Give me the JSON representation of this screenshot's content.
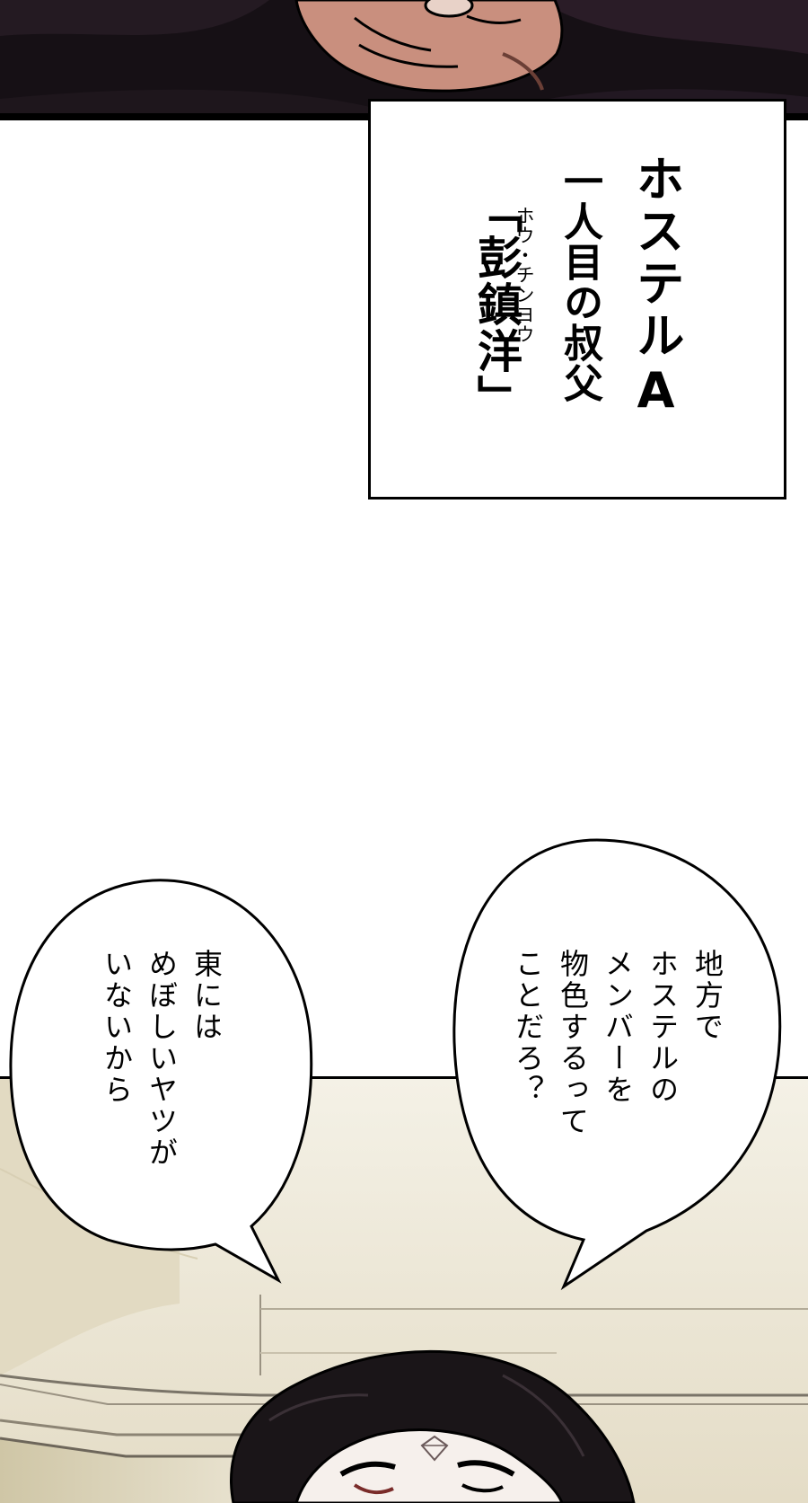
{
  "caption": {
    "title": "ホステルA",
    "subtitle": "一人目の叔父",
    "name_ruby": "ホウ・チンヨウ",
    "name": "「彭鎮洋」"
  },
  "bubble_right": {
    "lines": [
      "地方で",
      "ホステルの",
      "メンバーを",
      "物色するって",
      "ことだろ？"
    ]
  },
  "bubble_left": {
    "lines": [
      "東には",
      "めぼしいヤツが",
      "いないから"
    ]
  },
  "colors": {
    "ink": "#000000",
    "paper": "#ffffff",
    "top_panel_bg": "#161015",
    "room_wall": "#f3efe2",
    "skin": "#c98f7e",
    "hair": "#1a1518"
  }
}
